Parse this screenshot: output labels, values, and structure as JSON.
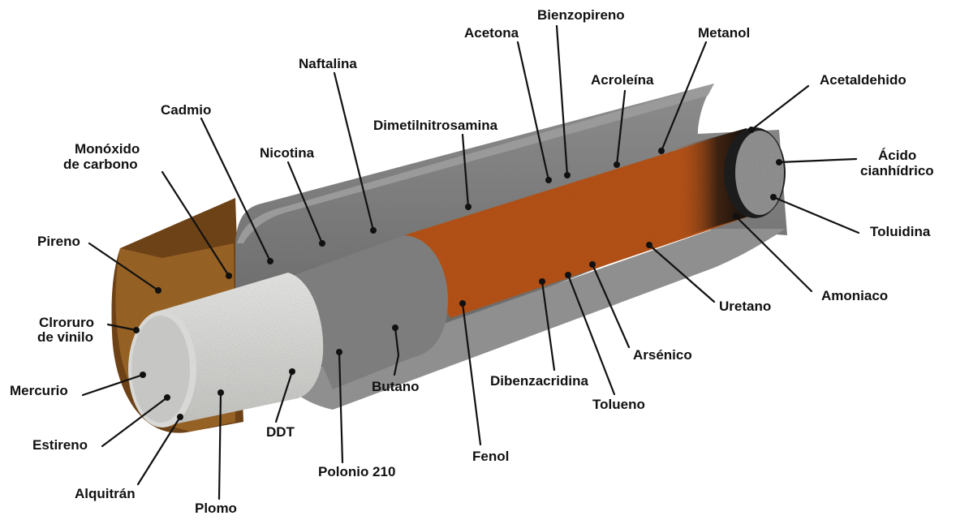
{
  "colors": {
    "paper_outer": "#6d4217",
    "paper_face": "#a36a2a",
    "paper_inner": "#8a8a8a",
    "paper_inner_dark": "#6a6a6a",
    "filter": "#e4e5e2",
    "tobacco": "#c0581d",
    "ember": "#111111",
    "ash": "#9a9a9a",
    "leader": "#111111"
  },
  "labels": {
    "pireno": "Pireno",
    "monoxido_l1": "Monóxido",
    "monoxido_l2": "de carbono",
    "cadmio": "Cadmio",
    "naftalina": "Naftalina",
    "nicotina": "Nicotina",
    "dimetilnitrosamina": "Dimetilnitrosamina",
    "acetona": "Acetona",
    "bienzopireno": "Bienzopireno",
    "metanol": "Metanol",
    "acroleina": "Acroleína",
    "acetaldehido": "Acetaldehido",
    "acido_l1": "Ácido",
    "acido_l2": "cianhídrico",
    "toluidina": "Toluidina",
    "amoniaco": "Amoniaco",
    "uretano": "Uretano",
    "arsenico": "Arsénico",
    "tolueno": "Tolueno",
    "dibenzacridina": "Dibenzacridina",
    "fenol": "Fenol",
    "butano": "Butano",
    "polonio": "Polonio 210",
    "ddt": "DDT",
    "plomo": "Plomo",
    "alquitran": "Alquitrán",
    "estireno": "Estireno",
    "mercurio": "Mercurio",
    "cloruro_l1": "Clroruro",
    "cloruro_l2": "de vinilo"
  }
}
